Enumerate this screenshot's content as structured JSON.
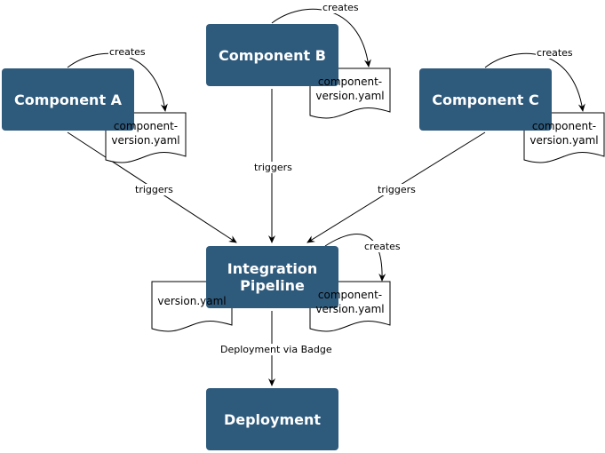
{
  "components": {
    "a": {
      "label": "Component A"
    },
    "b": {
      "label": "Component B"
    },
    "c": {
      "label": "Component C"
    }
  },
  "integration": {
    "label": "Integration Pipeline"
  },
  "deployment": {
    "label": "Deployment"
  },
  "documents": {
    "a_file": "component-version.yaml",
    "b_file": "component-version.yaml",
    "c_file": "component-version.yaml",
    "integration_file": "component-version.yaml",
    "version_file": "version.yaml"
  },
  "edge_labels": {
    "creates_a": "creates",
    "creates_b": "creates",
    "creates_c": "creates",
    "creates_integration": "creates",
    "triggers_a": "triggers",
    "triggers_b": "triggers",
    "triggers_c": "triggers",
    "deploy": "Deployment via Badge"
  },
  "colors": {
    "box_fill": "#2e5a7c",
    "box_text": "#ffffff",
    "line": "#000000"
  }
}
